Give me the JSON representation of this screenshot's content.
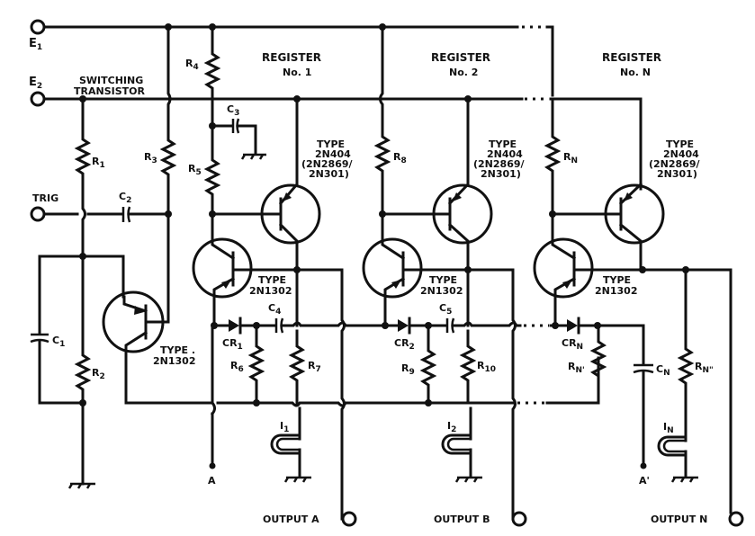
{
  "diagram": {
    "title": "Transistor register chain with switching transistor",
    "terminals": {
      "e1": "E",
      "e1_sub": "1",
      "e2": "E",
      "e2_sub": "2",
      "trig": "TRIG",
      "output_a": "OUTPUT A",
      "output_b": "OUTPUT B",
      "output_n": "OUTPUT N",
      "node_a": "A",
      "node_a_prime": "A'"
    },
    "switching": {
      "label_line1": "SWITCHING",
      "label_line2": "TRANSISTOR",
      "type_line1": "TYPE .",
      "type_line2": "2N1302"
    },
    "registers": [
      {
        "title": "REGISTER",
        "number": "No. 1",
        "upper_type": [
          "TYPE",
          "2N404",
          "(2N2869/",
          "2N301)"
        ],
        "lower_type": [
          "TYPE",
          "2N1302"
        ]
      },
      {
        "title": "REGISTER",
        "number": "No. 2",
        "upper_type": [
          "TYPE",
          "2N404",
          "(2N2869/",
          "2N301)"
        ],
        "lower_type": [
          "TYPE",
          "2N1302"
        ]
      },
      {
        "title": "REGISTER",
        "number": "No. N",
        "upper_type": [
          "TYPE",
          "2N404",
          "(2N2869/",
          "2N301)"
        ],
        "lower_type": [
          "TYPE",
          "2N1302"
        ]
      }
    ],
    "components": {
      "R1": {
        "base": "R",
        "sub": "1"
      },
      "R2": {
        "base": "R",
        "sub": "2"
      },
      "R3": {
        "base": "R",
        "sub": "3"
      },
      "R4": {
        "base": "R",
        "sub": "4"
      },
      "R5": {
        "base": "R",
        "sub": "5"
      },
      "R6": {
        "base": "R",
        "sub": "6"
      },
      "R7": {
        "base": "R",
        "sub": "7"
      },
      "R8": {
        "base": "R",
        "sub": "8"
      },
      "R9": {
        "base": "R",
        "sub": "9"
      },
      "R10": {
        "base": "R",
        "sub": "10"
      },
      "RN": {
        "base": "R",
        "sub": "N"
      },
      "RNp": {
        "base": "R",
        "sub": "N'"
      },
      "RNpp": {
        "base": "R",
        "sub": "N\""
      },
      "C1": {
        "base": "C",
        "sub": "1"
      },
      "C2": {
        "base": "C",
        "sub": "2"
      },
      "C3": {
        "base": "C",
        "sub": "3"
      },
      "C4": {
        "base": "C",
        "sub": "4"
      },
      "C5": {
        "base": "C",
        "sub": "5"
      },
      "CN": {
        "base": "C",
        "sub": "N"
      },
      "CR1": {
        "base": "CR",
        "sub": "1"
      },
      "CR2": {
        "base": "CR",
        "sub": "2"
      },
      "CRN": {
        "base": "CR",
        "sub": "N"
      },
      "I1": {
        "base": "I",
        "sub": "1"
      },
      "I2": {
        "base": "I",
        "sub": "2"
      },
      "IN": {
        "base": "I",
        "sub": "N"
      }
    }
  }
}
